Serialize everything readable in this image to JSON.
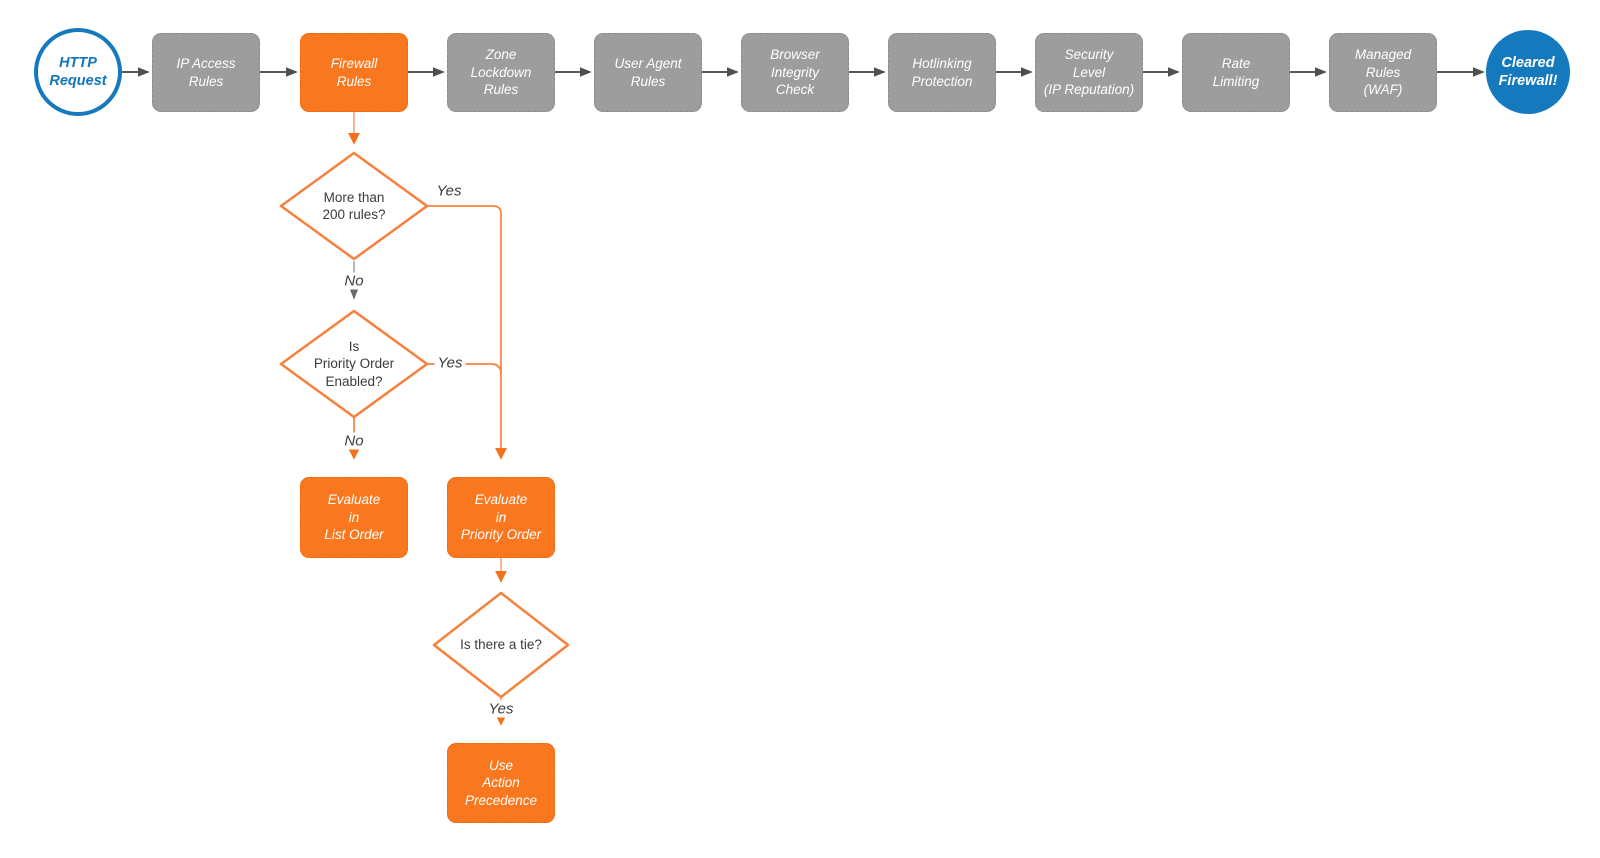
{
  "diagram": {
    "title_hint": "HTTP request firewall evaluation flowchart",
    "start": {
      "label": "HTTP\nRequest"
    },
    "end": {
      "label": "Cleared\nFirewall!"
    },
    "pipeline": [
      {
        "id": "ip-access-rules",
        "label": "IP Access\nRules"
      },
      {
        "id": "firewall-rules",
        "label": "Firewall\nRules",
        "highlighted": true
      },
      {
        "id": "zone-lockdown-rules",
        "label": "Zone\nLockdown\nRules"
      },
      {
        "id": "user-agent-rules",
        "label": "User Agent\nRules"
      },
      {
        "id": "browser-integrity-check",
        "label": "Browser\nIntegrity\nCheck"
      },
      {
        "id": "hotlinking-protection",
        "label": "Hotlinking\nProtection"
      },
      {
        "id": "security-level",
        "label": "Security\nLevel\n(IP Reputation)"
      },
      {
        "id": "rate-limiting",
        "label": "Rate\nLimiting"
      },
      {
        "id": "managed-rules-waf",
        "label": "Managed\nRules\n(WAF)"
      }
    ],
    "decisions": [
      {
        "id": "more-than-200-rules",
        "label": "More than\n200 rules?"
      },
      {
        "id": "priority-order-enabled",
        "label": "Is\nPriority Order\nEnabled?"
      },
      {
        "id": "is-there-a-tie",
        "label": "Is there a tie?"
      }
    ],
    "actions": [
      {
        "id": "evaluate-list-order",
        "label": "Evaluate\nin\nList Order"
      },
      {
        "id": "evaluate-priority-order",
        "label": "Evaluate\nin\nPriority Order"
      },
      {
        "id": "use-action-precedence",
        "label": "Use\nAction\nPrecedence"
      }
    ],
    "edge_labels": {
      "yes1": "Yes",
      "no1": "No",
      "yes2": "Yes",
      "no2": "No",
      "yes3": "Yes"
    },
    "colors": {
      "accent_orange": "#f8771f",
      "diamond_stroke": "#f5813a",
      "connector_salmon": "#f9a886",
      "node_gray": "#9d9d9d",
      "accent_blue": "#1579be",
      "connector_dark": "#575757"
    }
  }
}
